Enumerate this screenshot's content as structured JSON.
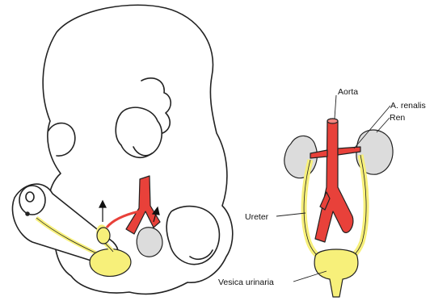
{
  "labels": {
    "aorta": "Aorta",
    "a_renalis": "A. renalis",
    "ren": "Ren",
    "ureter": "Ureter",
    "vesica_urinaria": "Vesica urinaria"
  },
  "colors": {
    "aorta": "#e8413a",
    "urinary": "#f7f07a",
    "kidney": "#dcdcdc",
    "outline": "#222222",
    "background": "#ffffff"
  }
}
